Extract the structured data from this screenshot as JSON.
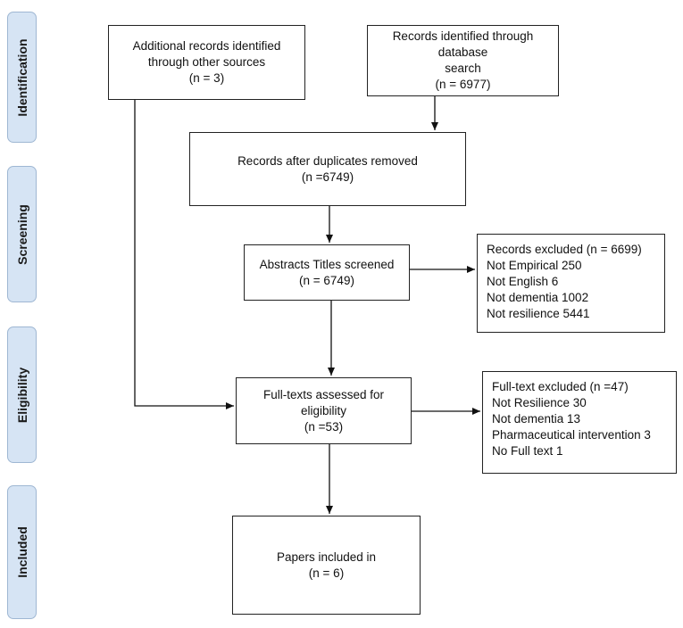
{
  "phases": {
    "identification": "Identification",
    "screening": "Screening",
    "eligibility": "Eligibility",
    "included": "Included"
  },
  "boxes": {
    "additional": [
      "Additional records identified",
      "through other sources",
      "(n = 3)"
    ],
    "database": [
      "Records identified through database",
      "search",
      "(n = 6977)"
    ],
    "duplicates": [
      "Records after duplicates removed",
      "(n =6749)"
    ],
    "abstracts": [
      "Abstracts Titles screened",
      "(n = 6749)"
    ],
    "records_excluded": [
      "Records excluded (n = 6699)",
      "Not Empirical 250",
      "Not English 6",
      "Not dementia 1002",
      "Not resilience 5441"
    ],
    "fulltext": [
      "Full-texts assessed for",
      "eligibility",
      "(n =53)"
    ],
    "fulltext_excluded": [
      "Full-text excluded (n =47)",
      "Not Resilience 30",
      "Not dementia 13",
      "Pharmaceutical intervention 3",
      "No Full text 1"
    ],
    "included": [
      "Papers included in",
      "(n = 6)"
    ]
  }
}
